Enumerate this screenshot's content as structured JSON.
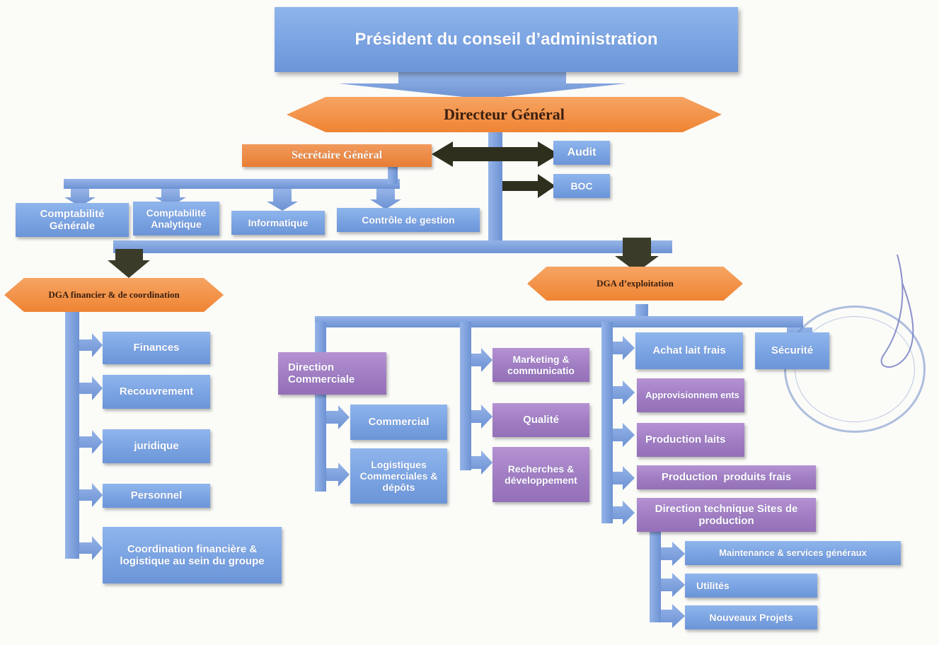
{
  "president": "Président du conseil d’administration",
  "directeur_general": "Directeur Général",
  "secretaire_general": "Secrétaire Général",
  "audit": "Audit",
  "boc": "BOC",
  "secretariat_units": {
    "comptabilite_generale": "Comptabilité Générale",
    "comptabilite_analytique": "Comptabilité Analytique",
    "informatique": "Informatique",
    "controle_gestion": "Contrôle de gestion"
  },
  "dga_financier": "DGA financier & de coordination",
  "dga_exploitation": "DGA d’exploitation",
  "financier_units": {
    "finances": "Finances",
    "recouvrement": "Recouvrement",
    "juridique": "juridique",
    "personnel": "Personnel",
    "coordination": "Coordination financière & logistique au sein du groupe"
  },
  "direction_commerciale": "Direction Commerciale",
  "commercial_units": {
    "commercial": "Commercial",
    "logistiques": "Logistiques Commerciales & dépôts"
  },
  "exploitation_mid": {
    "marketing": "Marketing & communicatio",
    "qualite": "Qualité",
    "recherches": "Recherches & développement"
  },
  "exploitation_right": {
    "achat": "Achat lait frais",
    "securite": "Sécurité",
    "approvisionnements": "Approvisionnem ents",
    "production_laits": "Production laits",
    "production_frais": "Production  produits frais",
    "direction_technique": "Direction technique Sites de production"
  },
  "technique_units": {
    "maintenance": "Maintenance & services généraux",
    "utilites": "Utilités",
    "nouveaux_projets": "Nouveaux Projets"
  },
  "colors": {
    "blue": "#7aa3e2",
    "purple": "#a07cc2",
    "orange": "#e77e34",
    "arrow_dark": "#2f2f1e"
  }
}
